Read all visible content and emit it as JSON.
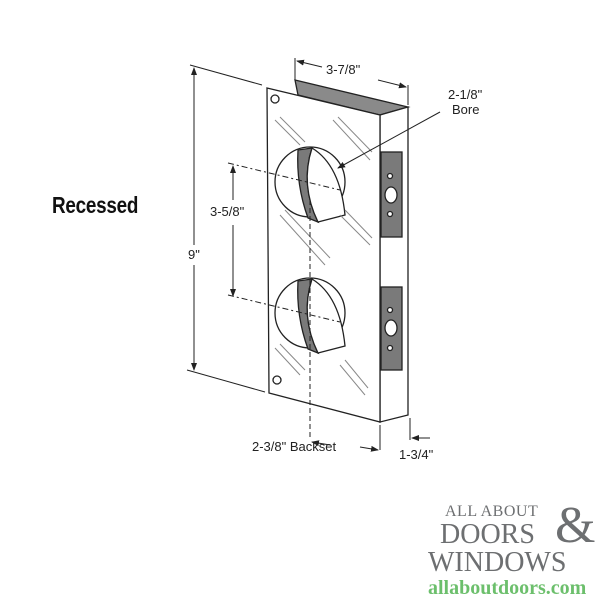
{
  "title": "Recessed",
  "dimensions": {
    "width": "3-7/8\"",
    "bore_size": "2-1/8\"",
    "bore_label": "Bore",
    "height": "9\"",
    "hole_spacing": "3-5/8\"",
    "backset": "2-3/8\" Backset",
    "thickness": "1-3/4\""
  },
  "logo": {
    "line1": "ALL ABOUT",
    "line2": "DOORS",
    "ampersand": "&",
    "line3": "WINDOWS",
    "url": "allaboutdoors.com"
  },
  "colors": {
    "plate_shade": "#7a7a7a",
    "logo_gray": "#6d6f71",
    "logo_green": "#6cbf6c"
  }
}
